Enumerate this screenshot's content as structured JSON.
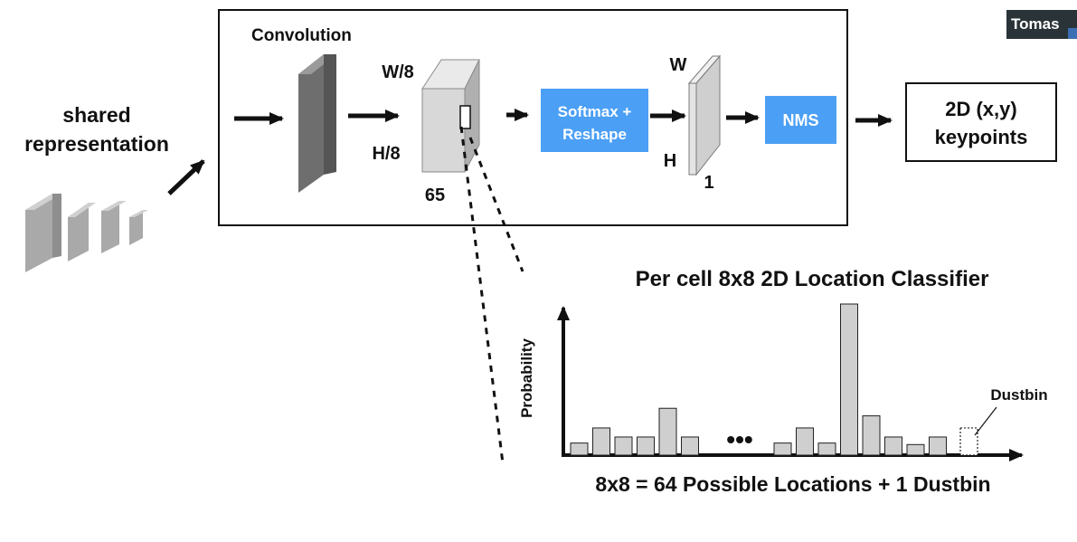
{
  "colors": {
    "accent_blue": "#4b9ff5",
    "bar_fill": "#cfcfcf",
    "slab_fill": "#6e6e6e",
    "user_chip_bg": "#2a3438"
  },
  "user_chip": {
    "name": "Tomas"
  },
  "input": {
    "label_line1": "shared",
    "label_line2": "representation"
  },
  "encoder": {
    "title": "Convolution",
    "tensor": {
      "width": "W/8",
      "height": "H/8",
      "depth": "65"
    },
    "softmax_label_line1": "Softmax +",
    "softmax_label_line2": "Reshape",
    "heatmap": {
      "width": "W",
      "height": "H",
      "depth": "1"
    },
    "nms_label": "NMS"
  },
  "output": {
    "label_line1": "2D (x,y)",
    "label_line2": "keypoints"
  },
  "chart_data": {
    "type": "bar",
    "title": "Per cell 8x8 2D Location Classifier",
    "ylabel": "Probability",
    "xlabel": "8x8 = 64 Possible Locations + 1 Dustbin",
    "ellipsis": "•••",
    "dustbin_label": "Dustbin",
    "ylim": [
      0,
      1
    ],
    "left_group": [
      0.08,
      0.18,
      0.12,
      0.12,
      0.31,
      0.12
    ],
    "right_group": [
      0.08,
      0.18,
      0.08,
      1.0,
      0.26,
      0.12,
      0.07,
      0.12
    ],
    "dustbin_value": 0.18
  }
}
